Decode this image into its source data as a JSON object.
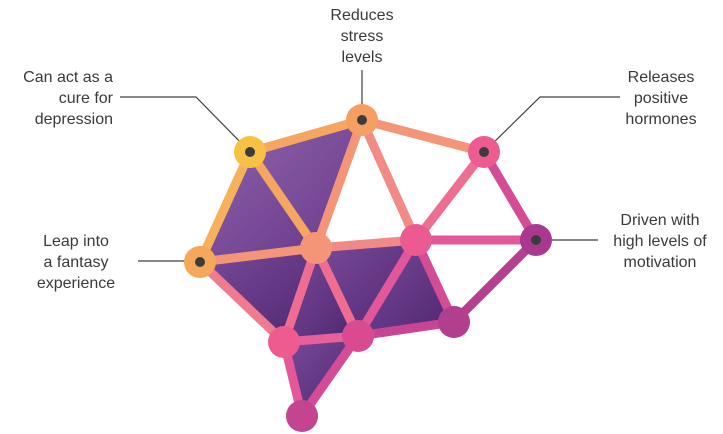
{
  "labels": {
    "reduces_stress": "Reduces\nstress\nlevels",
    "cure_depression": "Can act as a\ncure for\ndepression",
    "releases_hormones": "Releases\npositive\nhormones",
    "fantasy_experience": "Leap into\na fantasy\nexperience",
    "high_motivation": "Driven with\nhigh levels of\nmotivation"
  },
  "colors": {
    "text": "#3a3a3a",
    "connector": "#404040",
    "node_dot": "#3c3c3c",
    "purple_dark": "#5a2f7a",
    "purple_mid": "#7a4b9a",
    "purple_light": "#8b5fa8",
    "edge_orange": "#f5a762",
    "edge_pink": "#ef6c97",
    "edge_magenta": "#c14b92",
    "node_yellow": "#f7c145",
    "node_orange": "#f5a75a",
    "node_peach": "#f39576",
    "node_pink": "#ee5b8f",
    "node_magenta": "#c4448f",
    "node_plum": "#9c3c8b"
  }
}
